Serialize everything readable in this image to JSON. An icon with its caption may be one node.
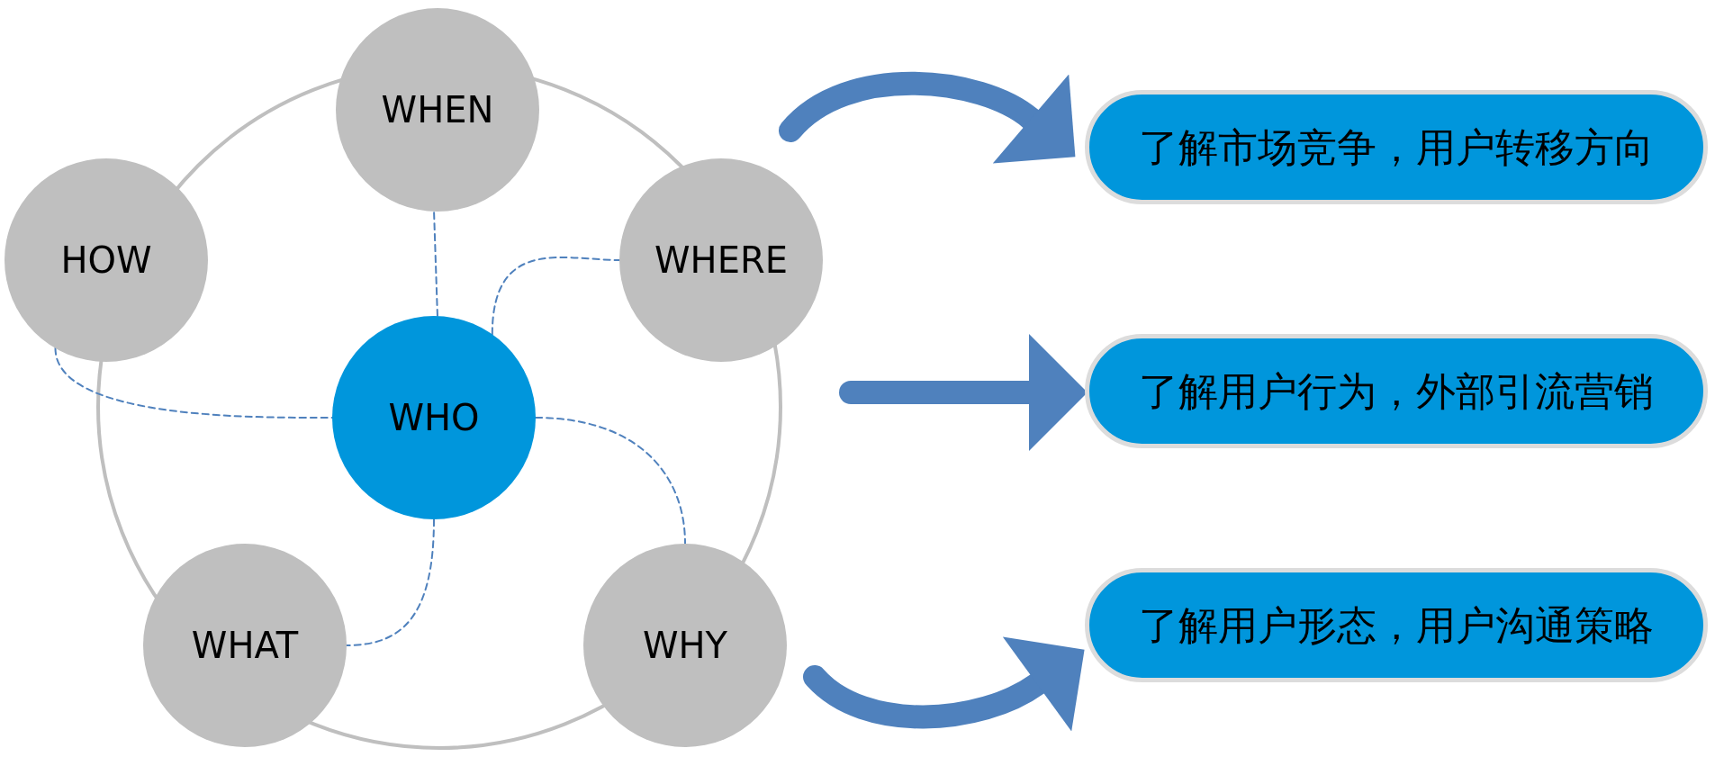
{
  "diagram": {
    "nodes": [
      {
        "text": [
          "WHEN"
        ]
      },
      {
        "text": [
          "HOW"
        ]
      },
      {
        "text": [
          "WHERE"
        ]
      },
      {
        "text": [
          "WHO"
        ]
      },
      {
        "text": [
          "WHAT"
        ]
      },
      {
        "text": [
          "WHY"
        ]
      },
      {
        "text": [
          "了解市场竞争，用户转移方向"
        ]
      },
      {
        "text": [
          "了解用户行为，外部引流营销"
        ]
      },
      {
        "text": [
          "了解用户形态，用户沟通策略"
        ]
      }
    ],
    "edges": [
      {
        "from": 3,
        "to": 0,
        "arrow": "none",
        "style": "dashed"
      },
      {
        "from": 3,
        "to": 2,
        "arrow": "none",
        "style": "dashed"
      },
      {
        "from": 1,
        "to": 3,
        "arrow": "none",
        "style": "dashed"
      },
      {
        "from": 3,
        "to": 4,
        "arrow": "none",
        "style": "dashed"
      },
      {
        "from": 3,
        "to": 5,
        "arrow": "none",
        "style": "dashed"
      },
      {
        "from": null,
        "to": 6,
        "arrow": "to",
        "style": "thick"
      },
      {
        "from": null,
        "to": 7,
        "arrow": "to",
        "style": "thick"
      },
      {
        "from": null,
        "to": 8,
        "arrow": "to",
        "style": "thick"
      }
    ]
  }
}
